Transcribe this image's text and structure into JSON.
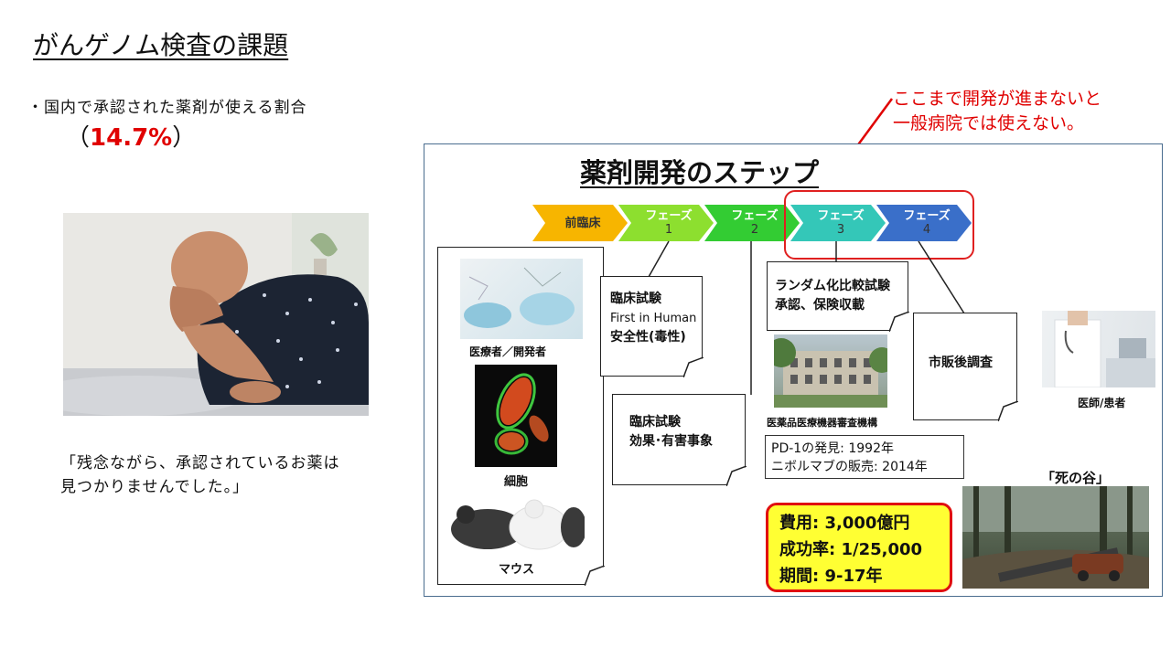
{
  "slide": {
    "title": "がんゲノム検査の課題",
    "bullet": "・国内で承認された薬剤が使える割合",
    "pct_open": "（",
    "pct_value": "14.7%",
    "pct_close": "）",
    "quote_line1": "「残念ながら、承認されているお薬は",
    "quote_line2": "見つかりませんでした。」",
    "note_line1": "ここまで開発が進まないと",
    "note_line2": "一般病院では使えない。"
  },
  "panel": {
    "title": "薬剤開発のステップ",
    "phases": [
      {
        "label": "前臨床",
        "num": "",
        "color": "#f7b500"
      },
      {
        "label": "フェーズ",
        "num": "1",
        "color": "#8ddf2f"
      },
      {
        "label": "フェーズ",
        "num": "2",
        "color": "#33cc33"
      },
      {
        "label": "フェーズ",
        "num": "3",
        "color": "#34c7b8"
      },
      {
        "label": "フェーズ",
        "num": "4",
        "color": "#3a6fc9"
      }
    ],
    "left_captions": {
      "researcher": "医療者／開発者",
      "cells": "細胞",
      "mouse": "マウス"
    },
    "note_p1_line1": "臨床試験",
    "note_p1_line2": "First in Human",
    "note_p1_line3": "安全性(毒性)",
    "note_p2_line1": "臨床試験",
    "note_p2_line2": "効果･有害事象",
    "note_p3_line1": "ランダム化比較試験",
    "note_p3_line2": "承認、保険収載",
    "note_p4": "市販後調査",
    "pmda_caption": "医薬品医療機器審査機構",
    "pd1_line1": "PD-1の発見: 1992年",
    "pd1_line2": "ニボルマブの販売: 2014年",
    "cost_line1": "費用: 3,000億円",
    "cost_line2": "成功率: 1/25,000",
    "cost_line3": "期間: 9-17年",
    "valley_caption": "「死の谷」",
    "doctor_caption": "医師/患者"
  }
}
